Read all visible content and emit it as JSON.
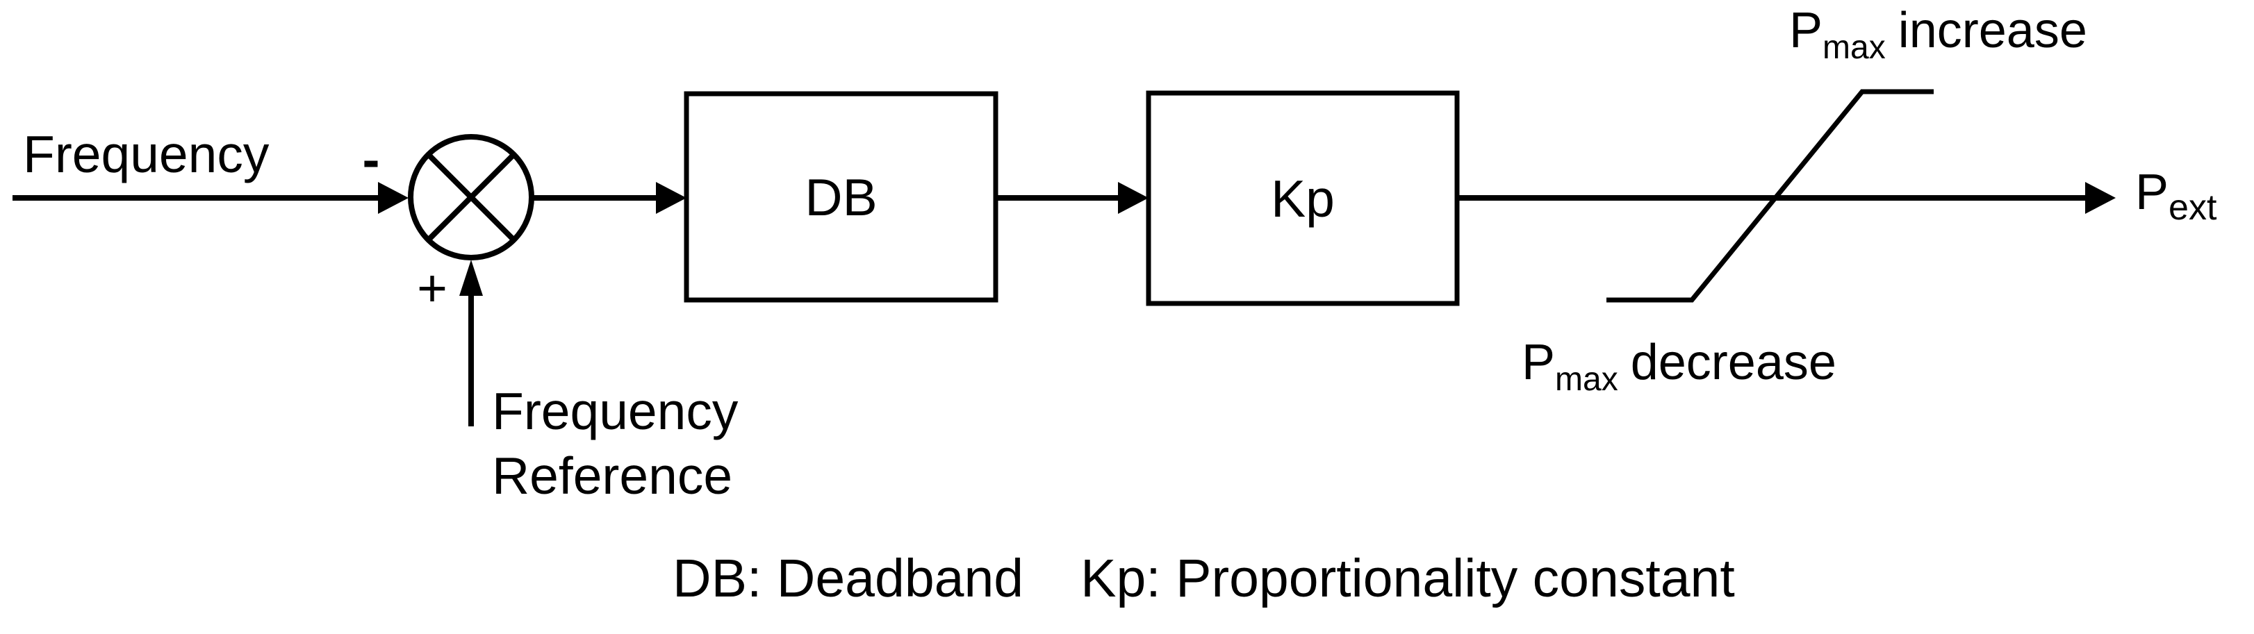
{
  "colors": {
    "ink": "#000000",
    "background": "#ffffff"
  },
  "diagram": {
    "input_label": "Frequency",
    "summing_junction": {
      "minus_sign": "-",
      "plus_sign": "+"
    },
    "reference_label": {
      "line1": "Frequency",
      "line2": "Reference"
    },
    "blocks": [
      {
        "id": "db",
        "label": "DB"
      },
      {
        "id": "kp",
        "label": "Kp"
      }
    ],
    "limiter": {
      "upper_label": {
        "base": "P",
        "sub": "max",
        "text": "increase"
      },
      "lower_label": {
        "base": "P",
        "sub": "max",
        "text": "decrease"
      }
    },
    "output_label": {
      "base": "P",
      "sub": "ext"
    },
    "caption": {
      "db": "DB: Deadband",
      "kp": "Kp: Proportionality constant"
    }
  }
}
